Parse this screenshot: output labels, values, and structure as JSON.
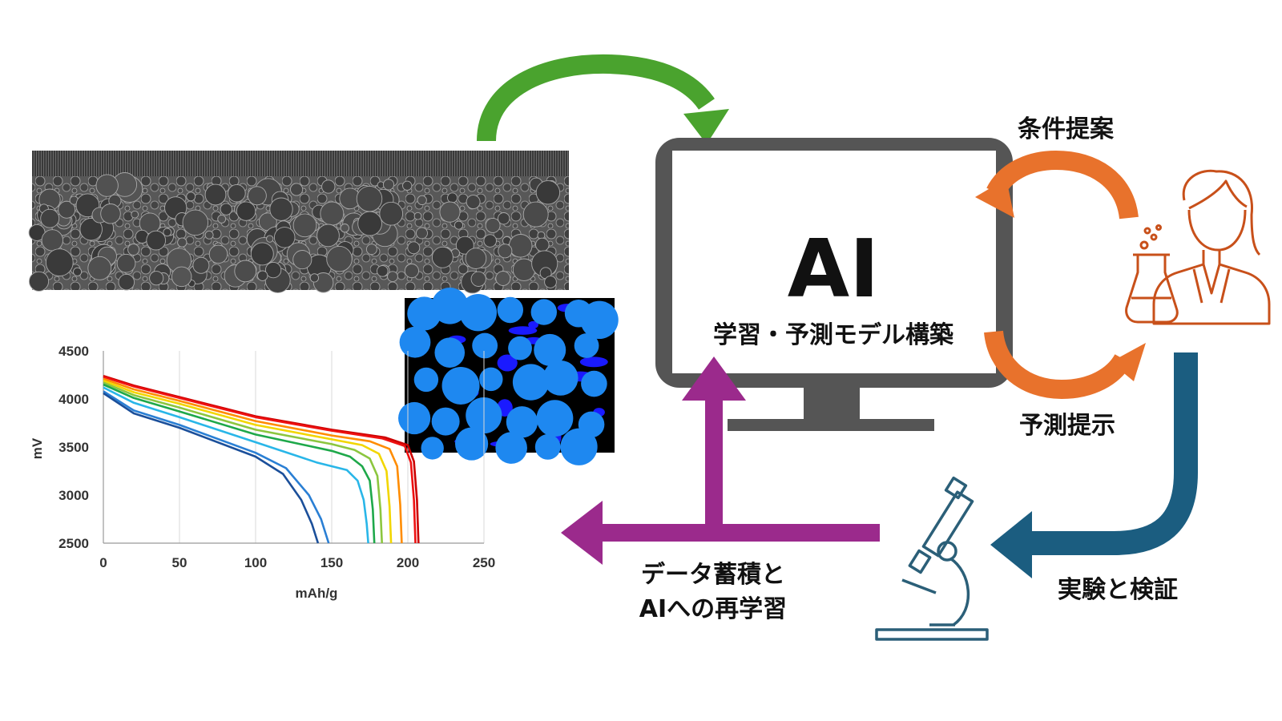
{
  "monitor": {
    "title": "AI",
    "subtitle": "学習・予測モデル構築"
  },
  "cycle": {
    "top_label": "条件提案",
    "bottom_label": "予測提示"
  },
  "experiment": {
    "label": "実験と検証"
  },
  "feedback": {
    "line1": "データ蓄積と",
    "line2": "AIへの再学習"
  },
  "icons": {
    "researcher": "researcher-with-flask-icon",
    "microscope": "microscope-icon",
    "sem_image": "electrode-cross-section-image",
    "segmented_image": "segmented-particle-image"
  },
  "colors": {
    "green_arrow": "#4aa32e",
    "orange_arrow": "#e8722c",
    "blue_arrow": "#1b5d80",
    "purple_arrow": "#9b2a8c",
    "monitor_frame": "#555555",
    "particle_blue": "#1e88f0"
  },
  "chart_data": {
    "type": "line",
    "xlabel": "mAh/g",
    "ylabel": "mV",
    "xlim": [
      0,
      250
    ],
    "ylim": [
      2500,
      4500
    ],
    "x_ticks": [
      "0",
      "50",
      "100",
      "150",
      "200",
      "250"
    ],
    "y_ticks": [
      "4500",
      "4000",
      "3500",
      "3000",
      "2500"
    ],
    "grid": "vertical",
    "series": [
      {
        "color": "#cc0000",
        "points": [
          [
            0,
            4240
          ],
          [
            20,
            4140
          ],
          [
            50,
            4020
          ],
          [
            100,
            3820
          ],
          [
            150,
            3680
          ],
          [
            185,
            3600
          ],
          [
            200,
            3520
          ],
          [
            204,
            3350
          ],
          [
            206,
            2950
          ],
          [
            207,
            2500
          ]
        ]
      },
      {
        "color": "#ee1111",
        "points": [
          [
            0,
            4230
          ],
          [
            20,
            4130
          ],
          [
            50,
            4010
          ],
          [
            100,
            3810
          ],
          [
            150,
            3670
          ],
          [
            183,
            3590
          ],
          [
            198,
            3510
          ],
          [
            202,
            3340
          ],
          [
            204,
            2950
          ],
          [
            205,
            2500
          ]
        ]
      },
      {
        "color": "#ff8c00",
        "points": [
          [
            0,
            4210
          ],
          [
            20,
            4100
          ],
          [
            50,
            3980
          ],
          [
            100,
            3770
          ],
          [
            150,
            3620
          ],
          [
            175,
            3560
          ],
          [
            188,
            3480
          ],
          [
            193,
            3300
          ],
          [
            195,
            2900
          ],
          [
            196,
            2500
          ]
        ]
      },
      {
        "color": "#f2d600",
        "points": [
          [
            0,
            4190
          ],
          [
            20,
            4070
          ],
          [
            50,
            3950
          ],
          [
            100,
            3730
          ],
          [
            150,
            3580
          ],
          [
            170,
            3520
          ],
          [
            181,
            3430
          ],
          [
            186,
            3250
          ],
          [
            188,
            2880
          ],
          [
            189,
            2500
          ]
        ]
      },
      {
        "color": "#8cc63f",
        "points": [
          [
            0,
            4170
          ],
          [
            20,
            4040
          ],
          [
            50,
            3910
          ],
          [
            100,
            3680
          ],
          [
            150,
            3530
          ],
          [
            165,
            3470
          ],
          [
            175,
            3380
          ],
          [
            180,
            3200
          ],
          [
            182,
            2850
          ],
          [
            183,
            2500
          ]
        ]
      },
      {
        "color": "#1ea84a",
        "points": [
          [
            0,
            4150
          ],
          [
            20,
            4010
          ],
          [
            50,
            3870
          ],
          [
            100,
            3630
          ],
          [
            150,
            3460
          ],
          [
            162,
            3400
          ],
          [
            170,
            3300
          ],
          [
            175,
            3150
          ],
          [
            177,
            2850
          ],
          [
            178,
            2500
          ]
        ]
      },
      {
        "color": "#29b6e8",
        "points": [
          [
            0,
            4120
          ],
          [
            20,
            3960
          ],
          [
            50,
            3810
          ],
          [
            100,
            3550
          ],
          [
            140,
            3340
          ],
          [
            160,
            3260
          ],
          [
            167,
            3150
          ],
          [
            171,
            2950
          ],
          [
            173,
            2700
          ],
          [
            174,
            2500
          ]
        ]
      },
      {
        "color": "#2a7fd4",
        "points": [
          [
            0,
            4080
          ],
          [
            20,
            3880
          ],
          [
            50,
            3730
          ],
          [
            100,
            3440
          ],
          [
            120,
            3280
          ],
          [
            135,
            3000
          ],
          [
            143,
            2750
          ],
          [
            148,
            2500
          ]
        ]
      },
      {
        "color": "#1b4f9a",
        "points": [
          [
            0,
            4060
          ],
          [
            20,
            3850
          ],
          [
            50,
            3700
          ],
          [
            100,
            3400
          ],
          [
            118,
            3220
          ],
          [
            130,
            2950
          ],
          [
            137,
            2700
          ],
          [
            141,
            2500
          ]
        ]
      }
    ]
  }
}
